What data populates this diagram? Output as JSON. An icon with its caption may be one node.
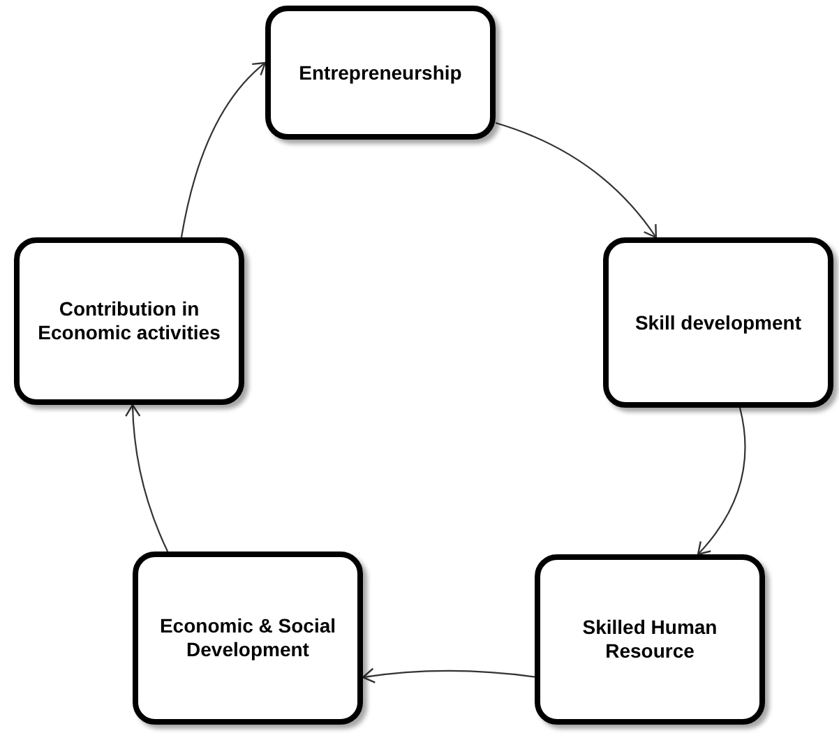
{
  "diagram": {
    "nodes": [
      {
        "text": [
          "Entrepreneurship"
        ]
      },
      {
        "text": [
          "Skill development"
        ]
      },
      {
        "text": [
          "Skilled Human Resource"
        ]
      },
      {
        "text": [
          "Economic & Social Development"
        ]
      },
      {
        "text": [
          "Contribution in Economic activities"
        ]
      }
    ],
    "edges": [
      {
        "from": 0,
        "to": 1,
        "arrow": "to"
      },
      {
        "from": 1,
        "to": 2,
        "arrow": "to"
      },
      {
        "from": 2,
        "to": 3,
        "arrow": "to"
      },
      {
        "from": 3,
        "to": 4,
        "arrow": "to"
      },
      {
        "from": 4,
        "to": 0,
        "arrow": "to"
      }
    ]
  }
}
